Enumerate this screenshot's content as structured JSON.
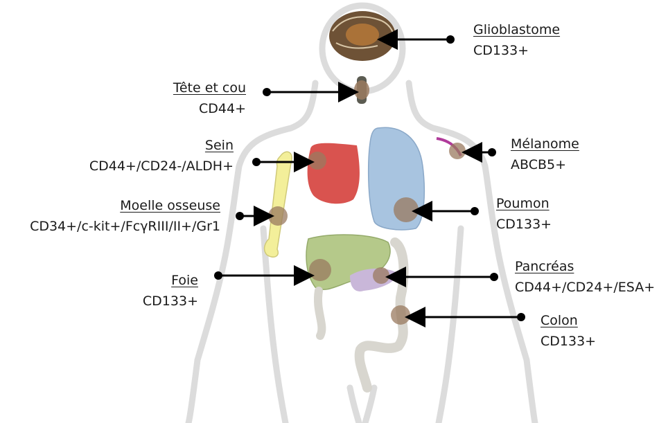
{
  "labels": {
    "glioblastome": {
      "name": "Glioblastome",
      "marker": "CD133+"
    },
    "tete_cou": {
      "name": "Tête et cou",
      "marker": "CD44+"
    },
    "sein": {
      "name": "Sein",
      "marker": "CD44+/CD24-/ALDH+"
    },
    "moelle": {
      "name": "Moelle osseuse",
      "marker": "CD34+/c-kit+/FcγRIII/II+/Gr1"
    },
    "foie": {
      "name": "Foie",
      "marker": "CD133+"
    },
    "melanome": {
      "name": "Mélanome",
      "marker": "ABCB5+"
    },
    "poumon": {
      "name": "Poumon",
      "marker": "CD133+"
    },
    "pancreas": {
      "name": "Pancréas",
      "marker": "CD44+/CD24+/ESA+"
    },
    "colon": {
      "name": "Colon",
      "marker": "CD133+"
    }
  },
  "colors": {
    "outline": "#dcdcdc",
    "brain": "#7a5a3a",
    "breast": "#d9534f",
    "bone": "#f3ef9a",
    "lung": "#a8c4e0",
    "liver": "#b5c98a",
    "pancreas": "#c9b7d9",
    "colon": "#d8d6cf",
    "skin": "#b03a9a",
    "marker_spot": "#9a7a5f",
    "arrow": "#000000"
  },
  "icons": {
    "brain": "brain-icon",
    "throat": "throat-icon",
    "breast": "breast-icon",
    "bone": "bone-icon",
    "lung": "lung-icon",
    "liver": "liver-icon",
    "pancreas": "pancreas-icon",
    "colon": "colon-icon",
    "skin": "skin-icon"
  }
}
